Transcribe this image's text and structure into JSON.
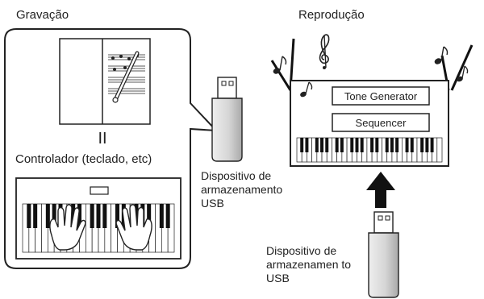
{
  "recording": {
    "title": "Gravação",
    "controller_label": "Controlador (teclado, etc)",
    "equals_sign": "II"
  },
  "playback": {
    "title": "Reprodução",
    "tone_generator": "Tone Generator",
    "sequencer": "Sequencer"
  },
  "usb_left": {
    "caption": "Dispositivo de armazenamento USB"
  },
  "usb_right": {
    "caption": "Dispositivo de armazenamen to USB"
  },
  "icons": [
    "sheet-music-icon",
    "pen-icon",
    "usb-stick-icon",
    "hand-icon",
    "music-note-icon",
    "treble-clef-icon",
    "arrow-up-icon",
    "keyboard-icon"
  ],
  "colors": {
    "outline": "#222222",
    "usb_body": "#d9d9d9",
    "usb_shade": "#b5b5b5",
    "arrow": "#111111"
  }
}
